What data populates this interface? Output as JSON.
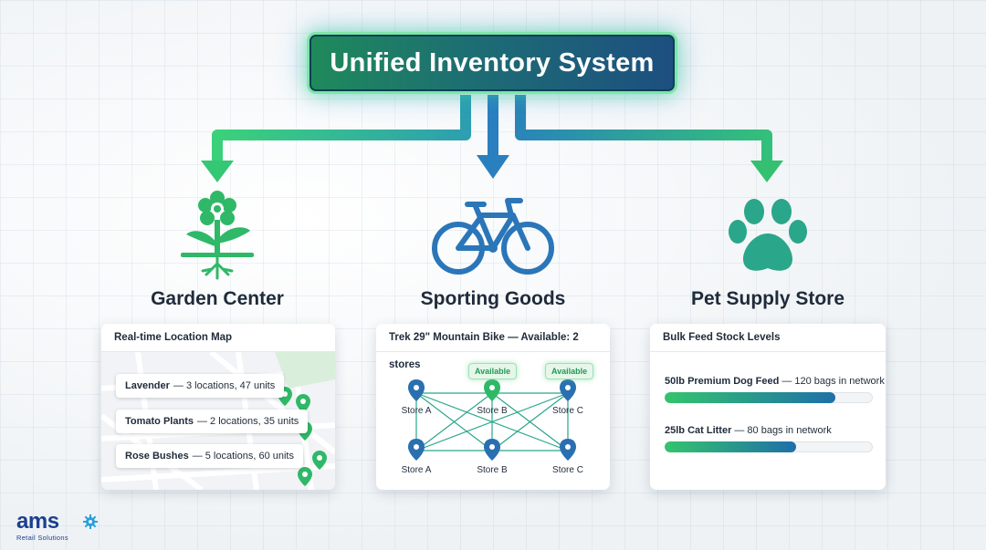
{
  "title": "Unified Inventory System",
  "colors": {
    "green": "#2fbf6a",
    "blue": "#2a7fbf",
    "teal": "#2aa68a"
  },
  "branches": [
    {
      "title": "Garden Center",
      "icon": "flower-icon"
    },
    {
      "title": "Sporting Goods",
      "icon": "bicycle-icon"
    },
    {
      "title": "Pet Supply Store",
      "icon": "paw-icon"
    }
  ],
  "garden": {
    "card_title": "Real-time Location Map",
    "items": [
      {
        "name": "Lavender",
        "detail": "— 3 locations, 47 units"
      },
      {
        "name": "Tomato Plants",
        "detail": "— 2 locations, 35 units"
      },
      {
        "name": "Rose Bushes",
        "detail": "— 5 locations, 60 units"
      }
    ]
  },
  "sporting": {
    "card_title": "Trek 29\" Mountain Bike — Available: 2 stores",
    "badge": "Available",
    "stores_top": [
      "Store A",
      "Store B",
      "Store C"
    ],
    "stores_bottom": [
      "Store A",
      "Store B",
      "Store C"
    ]
  },
  "pet": {
    "card_title": "Bulk Feed Stock Levels",
    "items": [
      {
        "name": "50lb Premium Dog Feed",
        "detail": "— 120 bags in network",
        "level": 0.82
      },
      {
        "name": "25lb Cat Litter",
        "detail": "— 80 bags in network",
        "level": 0.63
      }
    ]
  },
  "logo": {
    "name": "ams",
    "tagline": "Retail Solutions"
  }
}
